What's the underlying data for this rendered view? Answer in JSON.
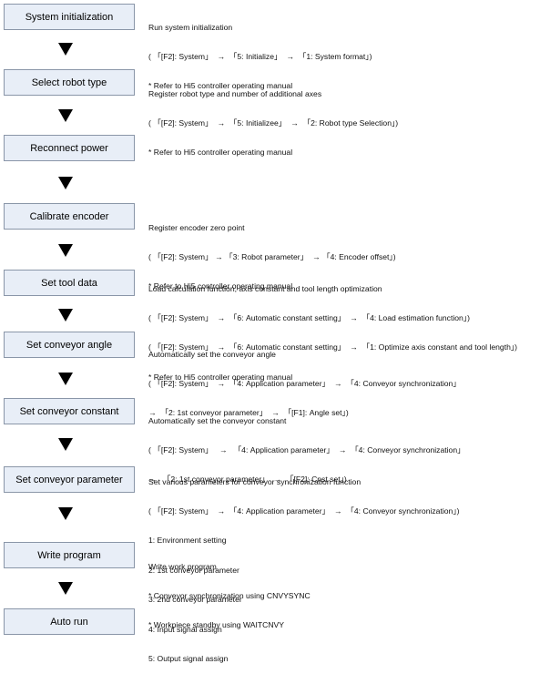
{
  "steps": [
    {
      "label": "System initialization",
      "lines": [
        "Run system initialization",
        "( 「[F2]: System」  →  「5: Initialize」  →  「1: System format」)",
        "* Refer to Hi5 controller operating manual"
      ]
    },
    {
      "label": "Select robot type",
      "lines": [
        "Register robot type and number of additional axes",
        "( 「[F2]: System」  →  「5: Initializee」  →  「2: Robot type Selection」)",
        "* Refer to Hi5 controller operating manual"
      ]
    },
    {
      "label": "Reconnect power",
      "lines": []
    },
    {
      "label": "Calibrate encoder",
      "lines": [
        "Register encoder zero point",
        "( 「[F2]: System」 → 「3: Robot parameter」  → 「4: Encoder offset」)",
        "* Refer to Hi5 controller operating manual"
      ]
    },
    {
      "label": "Set tool data",
      "lines": [
        "Load calculation function, axis constant and tool length optimization",
        "( 「[F2]: System」  →  「6: Automatic constant setting」  →  「4: Load estimation function」)",
        "( 「[F2]: System」  →  「6: Automatic constant setting」  →  「1: Optimize axis constant and tool length」)",
        "* Refer to Hi5 controller operating manual"
      ]
    },
    {
      "label": "Set conveyor angle",
      "lines": [
        "Automatically set the conveyor angle",
        "( 「[F2]: System」  →  「4: Application parameter」  →  「4: Conveyor synchronization」",
        "→  「2: 1st conveyor parameter」  →  「[F1]: Angle set」)"
      ]
    },
    {
      "label": "Set conveyor constant",
      "lines": [
        "Automatically set the conveyor constant",
        "( 「[F2]: System」   →   「4: Application parameter」  →  「4: Conveyor synchronization」",
        "→   「2: 1st conveyor parameter」  →  「[F2]: Cnst set」)"
      ]
    },
    {
      "label": "Set conveyor parameter",
      "lines": [
        "Set various parameters for conveyor synchronization function",
        "( 「[F2]: System」  →  「4: Application parameter」  →  「4: Conveyor synchronization」)",
        "1: Environment setting",
        "2: 1st conveyor parameter",
        "3: 2nd conveyor parameter",
        "4: Input signal assign",
        "5: Output signal assign"
      ]
    },
    {
      "label": "Write program",
      "lines": [
        "Write work program",
        "* Conveyor synchronization using CNVYSYNC",
        "* Workpiece standby using WAITCNVY"
      ]
    },
    {
      "label": "Auto run",
      "lines": []
    }
  ]
}
